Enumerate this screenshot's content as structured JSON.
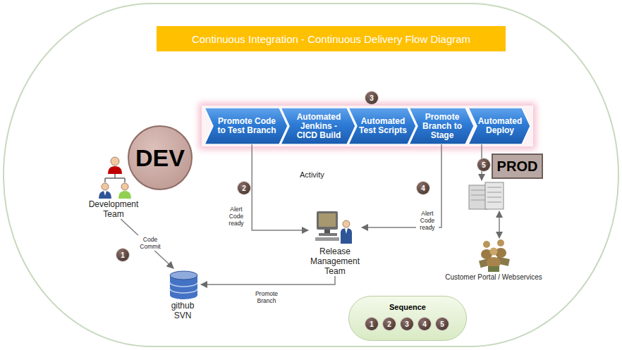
{
  "diagram": {
    "title": "Continuous Integration - Continuous Delivery Flow Diagram",
    "nodes": [
      {
        "text": [
          "Promote Code to Test Branch"
        ]
      },
      {
        "text": [
          "Automated Jenkins - CICD Build"
        ]
      },
      {
        "text": [
          "Automated Test Scripts"
        ]
      },
      {
        "text": [
          "Promote Branch to Stage"
        ]
      },
      {
        "text": [
          "Automated Deploy"
        ]
      },
      {
        "text": [
          "DEV"
        ]
      },
      {
        "text": [
          "Development Team"
        ]
      },
      {
        "text": [
          "PROD"
        ]
      },
      {
        "text": [
          "Release Management Team"
        ]
      },
      {
        "text": [
          "Customer Portal / Webservices"
        ]
      },
      {
        "text": [
          "github SVN"
        ]
      },
      {
        "text": [
          "Sequence"
        ]
      }
    ],
    "edges": [
      {
        "from": 6,
        "to": 10,
        "label": "Code Commit",
        "arrow": "to"
      },
      {
        "from": 0,
        "to": 8,
        "label": "Alert Code ready",
        "arrow": "to"
      },
      {
        "from": 3,
        "to": 8,
        "label": "Alert Code ready",
        "arrow": "to"
      },
      {
        "from": 8,
        "to": 10,
        "label": "Promote Branch",
        "arrow": "to"
      },
      {
        "from": 4,
        "to": 7,
        "arrow": "to"
      },
      {
        "from": 7,
        "to": 9,
        "arrow": "both"
      }
    ],
    "labels": [
      "Activity",
      "3",
      "2",
      "4",
      "5",
      "1",
      "1",
      "2",
      "3",
      "4",
      "5"
    ]
  }
}
